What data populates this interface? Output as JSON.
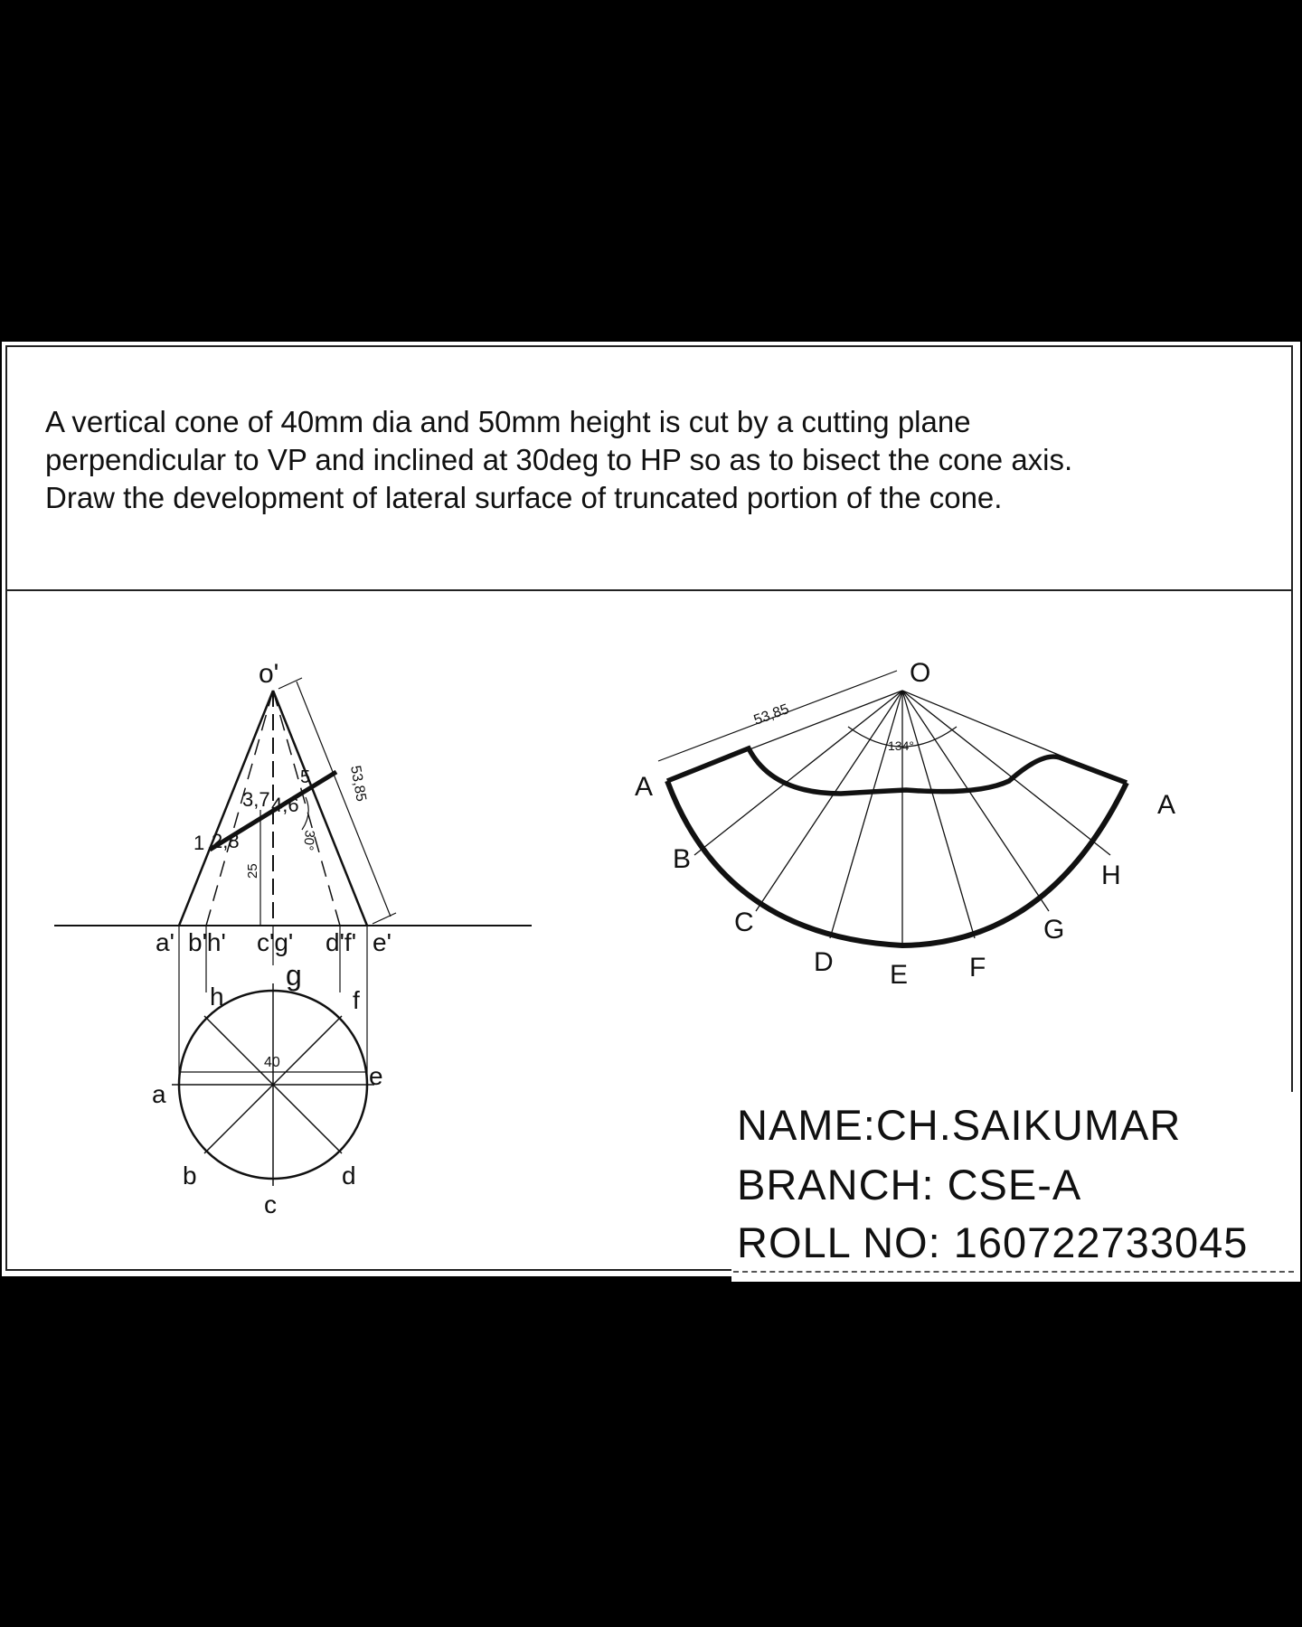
{
  "problem": {
    "line1": "A vertical cone of 40mm dia and 50mm height is cut by a cutting plane",
    "line2": "perpendicular to VP and inclined at 30deg to HP so as to bisect the cone axis.",
    "line3": "Draw the development of lateral surface of truncated portion of the cone."
  },
  "front_view": {
    "apex_label": "o'",
    "base_labels": [
      "a'",
      "b'h'",
      "c'g'",
      "d'f'",
      "e'"
    ],
    "section_points": [
      "1",
      "2,8",
      "3,7",
      "4,6",
      "5"
    ],
    "dim_slant": "53,85",
    "dim_height": "25",
    "dim_angle": "30°"
  },
  "top_view": {
    "point_labels": [
      "a",
      "b",
      "c",
      "d",
      "e",
      "f",
      "g",
      "h"
    ],
    "dim_diameter": "40"
  },
  "development": {
    "apex_label": "O",
    "generator_labels": [
      "A",
      "B",
      "C",
      "D",
      "E",
      "F",
      "G",
      "H",
      "A"
    ],
    "dim_slant": "53,85",
    "dim_angle": "134°"
  },
  "student": {
    "name": "NAME:CH.SAIKUMAR",
    "branch": "BRANCH: CSE-A",
    "roll": "ROLL NO: 160722733045"
  }
}
